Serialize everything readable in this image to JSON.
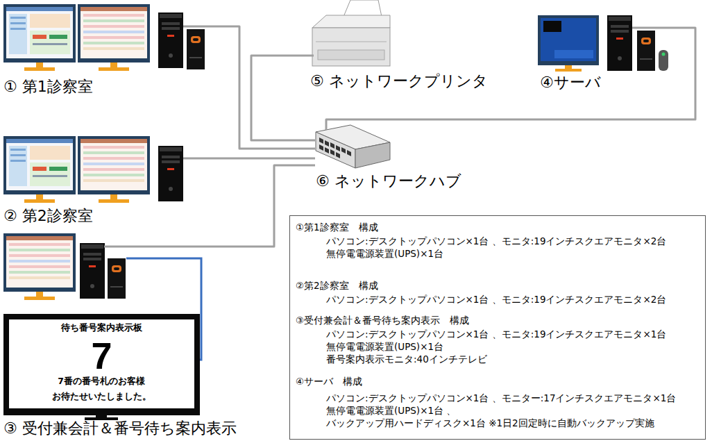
{
  "diagram": {
    "nodes": [
      {
        "text": [
          "① 第1診察室"
        ]
      },
      {
        "text": [
          "② 第2診察室"
        ]
      },
      {
        "text": [
          "③ 受付兼会計＆番号待ち案内表示"
        ]
      },
      {
        "text": [
          "待ち番号案内表示板",
          "7",
          "7番の番号札のお客様 お待たせいたしました。"
        ],
        "in": 2
      },
      {
        "text": [
          "⑤ ネットワークプリンタ"
        ]
      },
      {
        "text": [
          "④サーバ"
        ]
      },
      {
        "text": [
          "⑥ ネットワークハブ"
        ]
      },
      {
        "text": [
          "①第1診察室　構成",
          "パソコン:デスクトップパソコン×1台 、モニタ:19インチスクエアモニタ×2台",
          "無停電電源装置(UPS)×1台",
          "②第2診察室　構成",
          "パソコン:デスクトップパソコン×1台 、モニタ:19インチスクエアモニタ×2台",
          "③受付兼会計＆番号待ち案内表示　構成",
          "パソコン:デスクトップパソコン×1台 、モニタ:19インチスクエアモニタ×1台",
          "無停電電源装置(UPS)×1台",
          "番号案内表示モニタ:40インチテレビ",
          "④サーバ　構成",
          "パソコン:デスクトップパソコン×1台 、モニター:17インチスクエアモニタ×1台",
          "無停電電源装置(UPS)×1台 、",
          "バックアップ用ハードディスク×1台 ※1日2回定時に自動バックアップ実施"
        ]
      }
    ],
    "edges": [
      {
        "from": 0,
        "to": 6,
        "arrow": "none"
      },
      {
        "from": 1,
        "to": 6,
        "arrow": "none"
      },
      {
        "from": 2,
        "to": 6,
        "arrow": "none"
      },
      {
        "from": 4,
        "to": 6,
        "arrow": "none"
      },
      {
        "from": 5,
        "to": 6,
        "arrow": "none"
      }
    ]
  }
}
